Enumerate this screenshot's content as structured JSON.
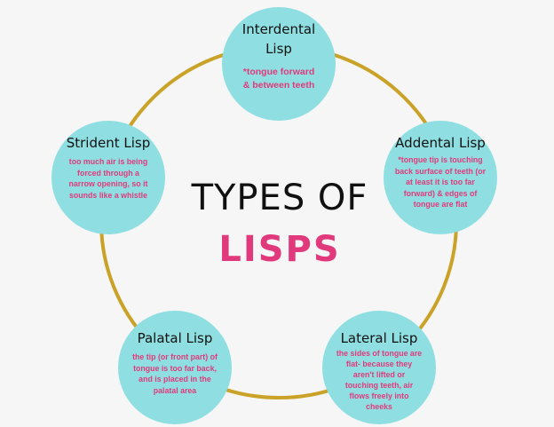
{
  "title": {
    "line1": "TYPES OF",
    "line2": "LISPS"
  },
  "colors": {
    "circle_fill": "#8fdfe2",
    "ring": "#c9a227",
    "accent": "#e03a7c",
    "background": "#f6f6f6"
  },
  "nodes": [
    {
      "title": "Interdental Lisp",
      "title_lines": [
        "Interdental",
        "Lisp"
      ],
      "description": "*tongue forward & between teeth",
      "desc_lines": [
        "*tongue forward",
        "& between teeth"
      ]
    },
    {
      "title": "Addental Lisp",
      "description": "*tongue tip is touching back surface of teeth (or at least it is too far forward) & edges of tongue are flat",
      "desc_lines": [
        "*tongue tip is touching",
        "back surface of teeth (or",
        "at least it is too far",
        "forward) & edges of",
        "tongue are flat"
      ]
    },
    {
      "title": "Lateral Lisp",
      "description": "the sides of tongue are flat- because they aren't lifted or touching teeth, air flows freely into cheeks",
      "desc_lines": [
        "the sides of tongue are",
        "flat- because they",
        "aren't lifted or",
        "touching teeth, air",
        "flows freely into",
        "cheeks"
      ]
    },
    {
      "title": "Palatal Lisp",
      "description": "the tip (or front part) of tongue is too far back, and is placed in the palatal area",
      "desc_lines": [
        "the tip (or front part) of",
        "tongue is too far back,",
        "and is placed in the",
        "palatal area"
      ]
    },
    {
      "title": "Strident Lisp",
      "description": "too much air is being forced through a narrow opening, so it sounds like a whistle",
      "desc_lines": [
        "too much air is being",
        "forced through a",
        "narrow opening, so it",
        "sounds like a whistle"
      ]
    }
  ]
}
